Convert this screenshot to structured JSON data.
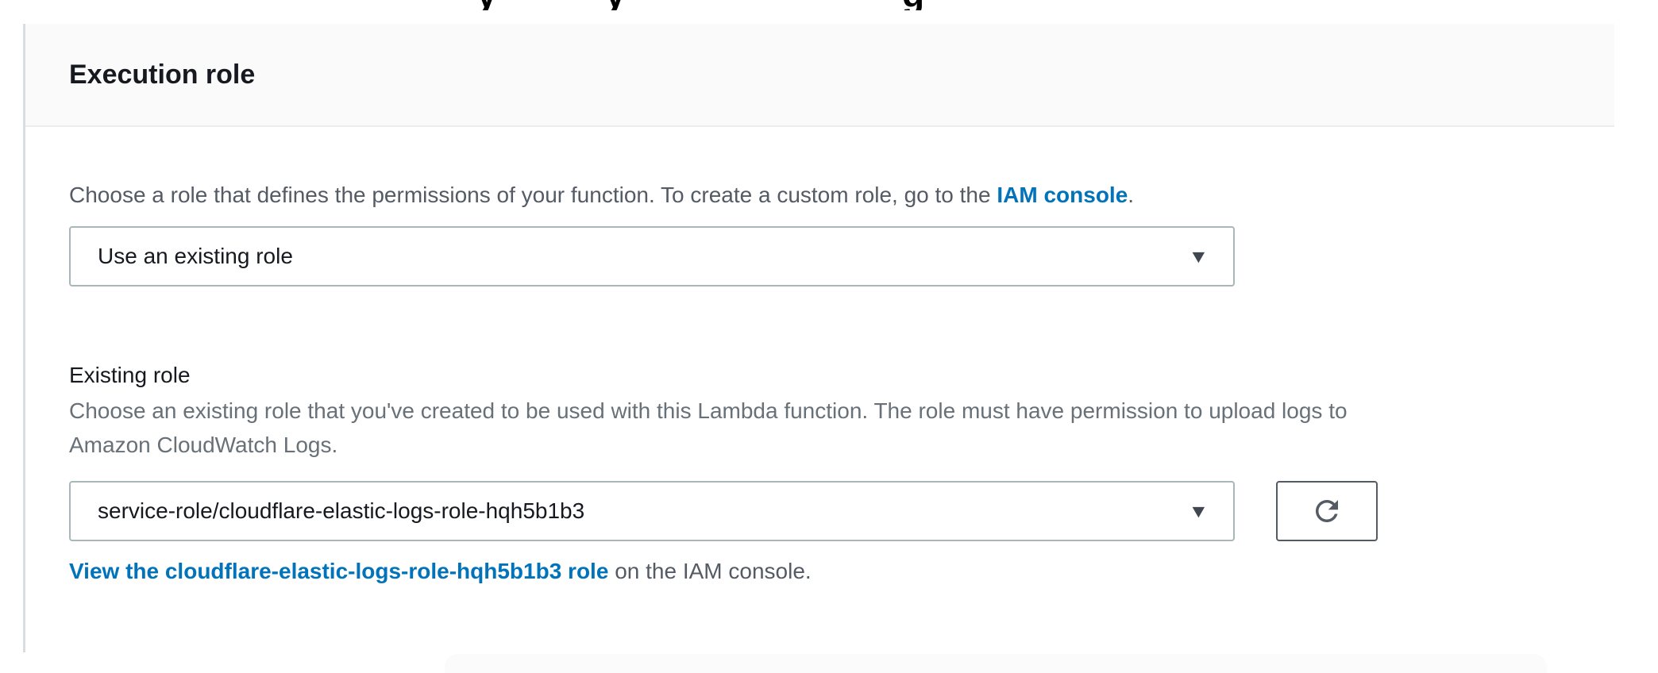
{
  "top_clip": {
    "fragments": [
      "y",
      "y",
      "g"
    ]
  },
  "section": {
    "title": "Execution role",
    "helper": {
      "prefix": "Choose a role that defines the permissions of your function. To create a custom role, go to the ",
      "link": "IAM console",
      "suffix": "."
    },
    "role_source_select": {
      "value": "Use an existing role"
    },
    "existing_role": {
      "label": "Existing role",
      "description_line1": "Choose an existing role that you've created to be used with this Lambda function. The role must have permission to upload logs to",
      "description_line2": "Amazon CloudWatch Logs.",
      "select_value": "service-role/cloudflare-elastic-logs-role-hqh5b1b3",
      "view_link": "View the cloudflare-elastic-logs-role-hqh5b1b3 role",
      "view_suffix": " on the IAM console."
    },
    "icons": {
      "caret": "▼"
    },
    "colors": {
      "link": "#0073bb",
      "heading_text": "#16191f",
      "body_text": "#545b64",
      "muted_text": "#687078",
      "header_bg": "#fafafa",
      "divider": "#eaeded",
      "select_border": "#aab7b8",
      "button_border": "#545b64"
    }
  }
}
